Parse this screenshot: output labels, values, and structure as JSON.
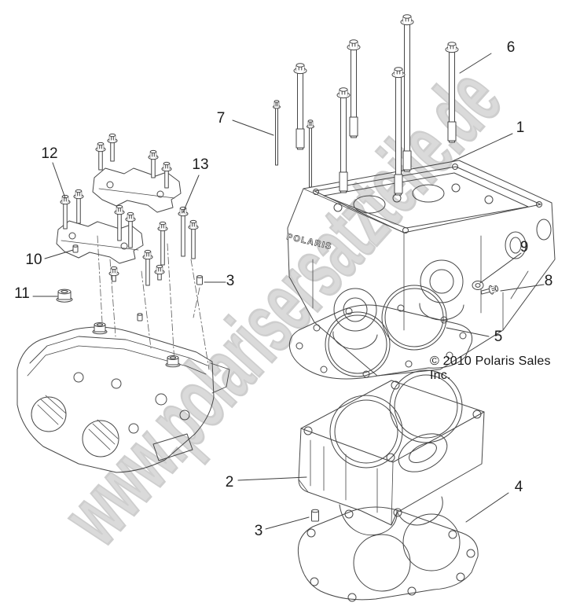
{
  "diagram": {
    "watermark": "www.polarisersatzteile.de",
    "copyright": "© 2010 Polaris Sales Inc.",
    "part_logo": "POLARIS",
    "line_color": "#474747",
    "watermark_color": "#d2d2d2"
  },
  "callouts": [
    {
      "label": "1"
    },
    {
      "label": "2"
    },
    {
      "label": "3"
    },
    {
      "label": "3"
    },
    {
      "label": "4"
    },
    {
      "label": "5"
    },
    {
      "label": "6"
    },
    {
      "label": "7"
    },
    {
      "label": "8"
    },
    {
      "label": "9"
    },
    {
      "label": "10"
    },
    {
      "label": "11"
    },
    {
      "label": "12"
    },
    {
      "label": "13"
    }
  ]
}
